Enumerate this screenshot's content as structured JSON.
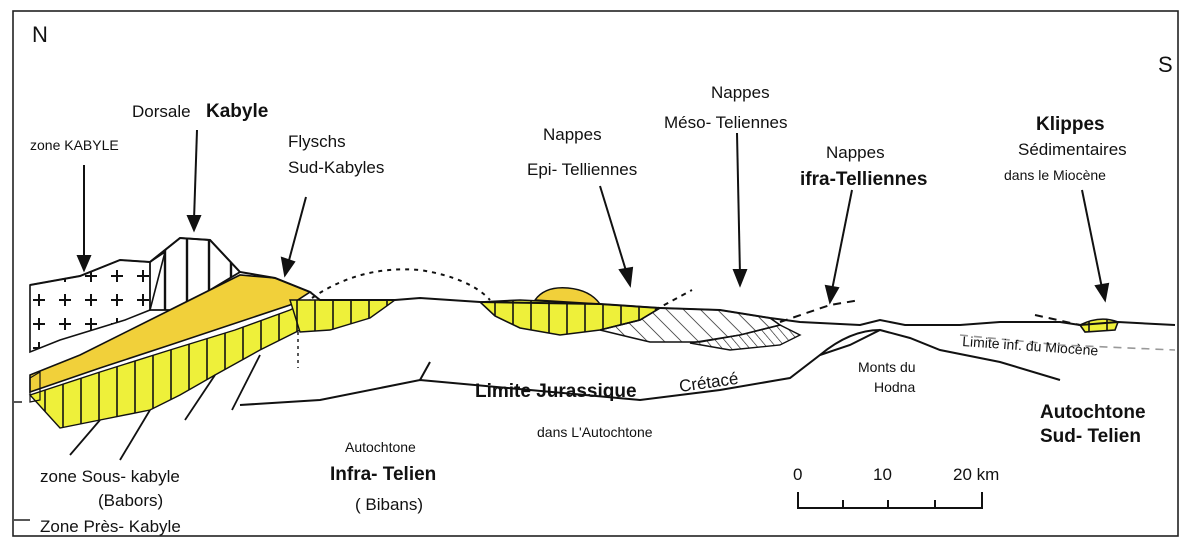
{
  "compass": {
    "north": "N",
    "south": "S"
  },
  "labels": {
    "zone_kabyle": "zone KABYLE",
    "dorsale_1": "Dorsale",
    "dorsale_2": "Kabyle",
    "flyschs_1": "Flyschs",
    "flyschs_2": "Sud-Kabyles",
    "nappes_epi_1": "Nappes",
    "nappes_epi_2": "Epi- Telliennes",
    "nappes_meso_1": "Nappes",
    "nappes_meso_2": "Méso- Teliennes",
    "nappes_infra_1": "Nappes",
    "nappes_infra_2": "ifra-Telliennes",
    "klippes_1": "Klippes",
    "klippes_2": "Sédimentaires",
    "klippes_3": "dans le Miocène",
    "limite_miocene": "Limite inf. du Miocène",
    "monts_hodna_1": "Monts du",
    "monts_hodna_2": "Hodna",
    "limite_jurassique": "Limite Jurassique",
    "cretace": "Crétacé",
    "dans_autochtone": "dans L'Autochtone",
    "autochtone_infra_1": "Autochtone",
    "autochtone_infra_2": "Infra- Telien",
    "autochtone_infra_3": "( Bibans)",
    "autochtone_sud_1": "Autochtone",
    "autochtone_sud_2": "Sud- Telien",
    "zone_sous_kabyle_1": "zone  Sous- kabyle",
    "zone_sous_kabyle_2": "(Babors)",
    "zone_pres_kabyle": "Zone Près- Kabyle"
  },
  "scale_bar": {
    "tick_0": "0",
    "tick_10": "10",
    "tick_20": "20 km"
  },
  "colors": {
    "yellow_flysch": "#f1d03a",
    "yellow_nappe": "#eef03a",
    "line": "#111111"
  }
}
